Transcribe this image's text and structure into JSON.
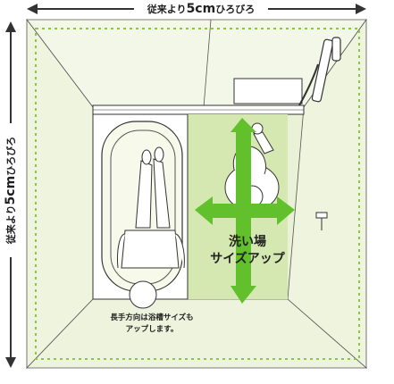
{
  "diagram": {
    "width_label_pre": "従来より",
    "width_label_big": "5cm",
    "width_label_post": "ひろびろ",
    "depth_label_pre": "従来より",
    "depth_label_big": "5cm",
    "depth_label_post": "ひろびろ",
    "wash_area_line1": "洗い場",
    "wash_area_line2": "サイズアップ",
    "tub_note_line1": "長手方向は浴槽サイズも",
    "tub_note_line2": "アップします。",
    "colors": {
      "room_fill": "#e9f1d6",
      "wash_area": "#d5e8b2",
      "arrow_green": "#62c02c",
      "dotted_border": "#8dc63f",
      "line": "#333333",
      "tub_fill": "#f7f9ea"
    }
  }
}
